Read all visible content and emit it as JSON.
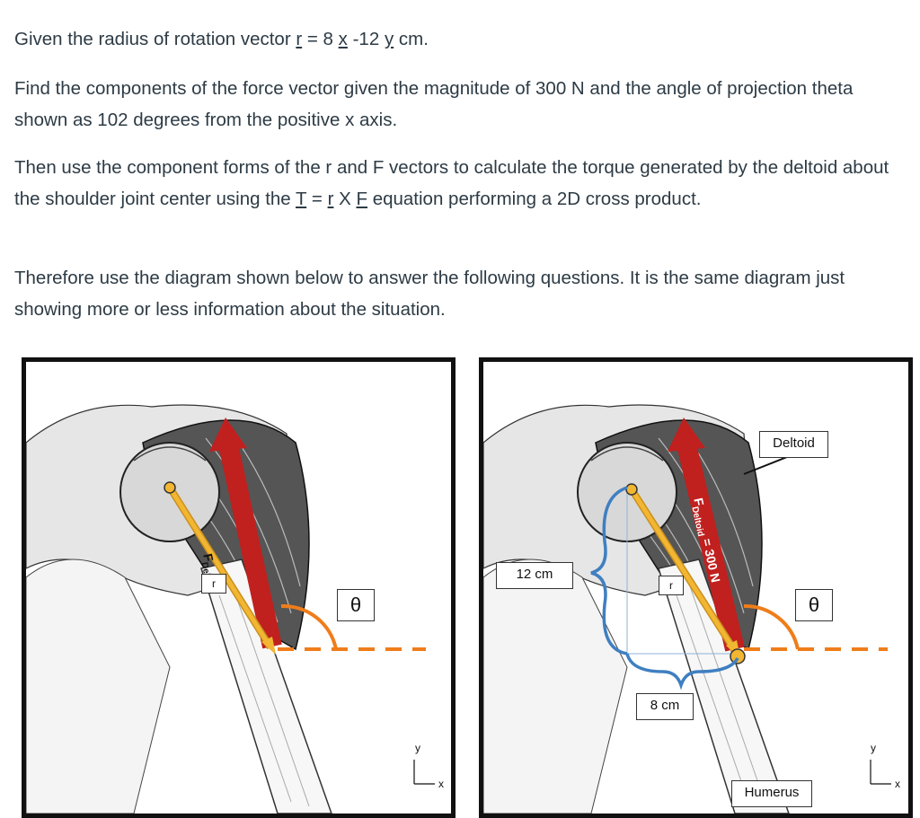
{
  "question": {
    "p1": {
      "pre": "Given the radius of rotation vector ",
      "r": "r",
      "eq": " =  8 ",
      "x": "x",
      "mid": " -12 ",
      "y": "y",
      "post": " cm."
    },
    "p2": "Find the components of the force vector given the magnitude of 300 N and the angle of projection theta shown as 102 degrees from the positive x axis.",
    "p3": {
      "pre": "Then use the component forms of the r and F vectors to calculate the torque generated by the deltoid about the shoulder joint center using the ",
      "T": "T",
      "eq1": " = ",
      "r": "r",
      "cross": " X ",
      "F": "F",
      "post": " equation performing a 2D cross product."
    },
    "p4": "Therefore  use the diagram shown below to answer the following questions. It is the same diagram just showing more or less information about the situation."
  },
  "diagram_left": {
    "force_label": "F",
    "force_sub": "Deltoid",
    "r_label": "r",
    "theta": "θ",
    "axis_y": "y",
    "axis_x": "x"
  },
  "diagram_right": {
    "deltoid_label": "Deltoid",
    "force_label": "F",
    "force_sub": "Deltoid",
    "force_value": " = 300 N",
    "r_label": "r",
    "theta": "θ",
    "dim_vertical": "12 cm",
    "dim_horizontal": "8 cm",
    "humerus_label": "Humerus",
    "axis_y": "y",
    "axis_x": "x"
  },
  "colors": {
    "force_arrow": "#c0201e",
    "r_vector": "#f2b632",
    "theta_arc": "#ef7d1a",
    "brace": "#3f7fc1",
    "text": "#2d3b45"
  }
}
